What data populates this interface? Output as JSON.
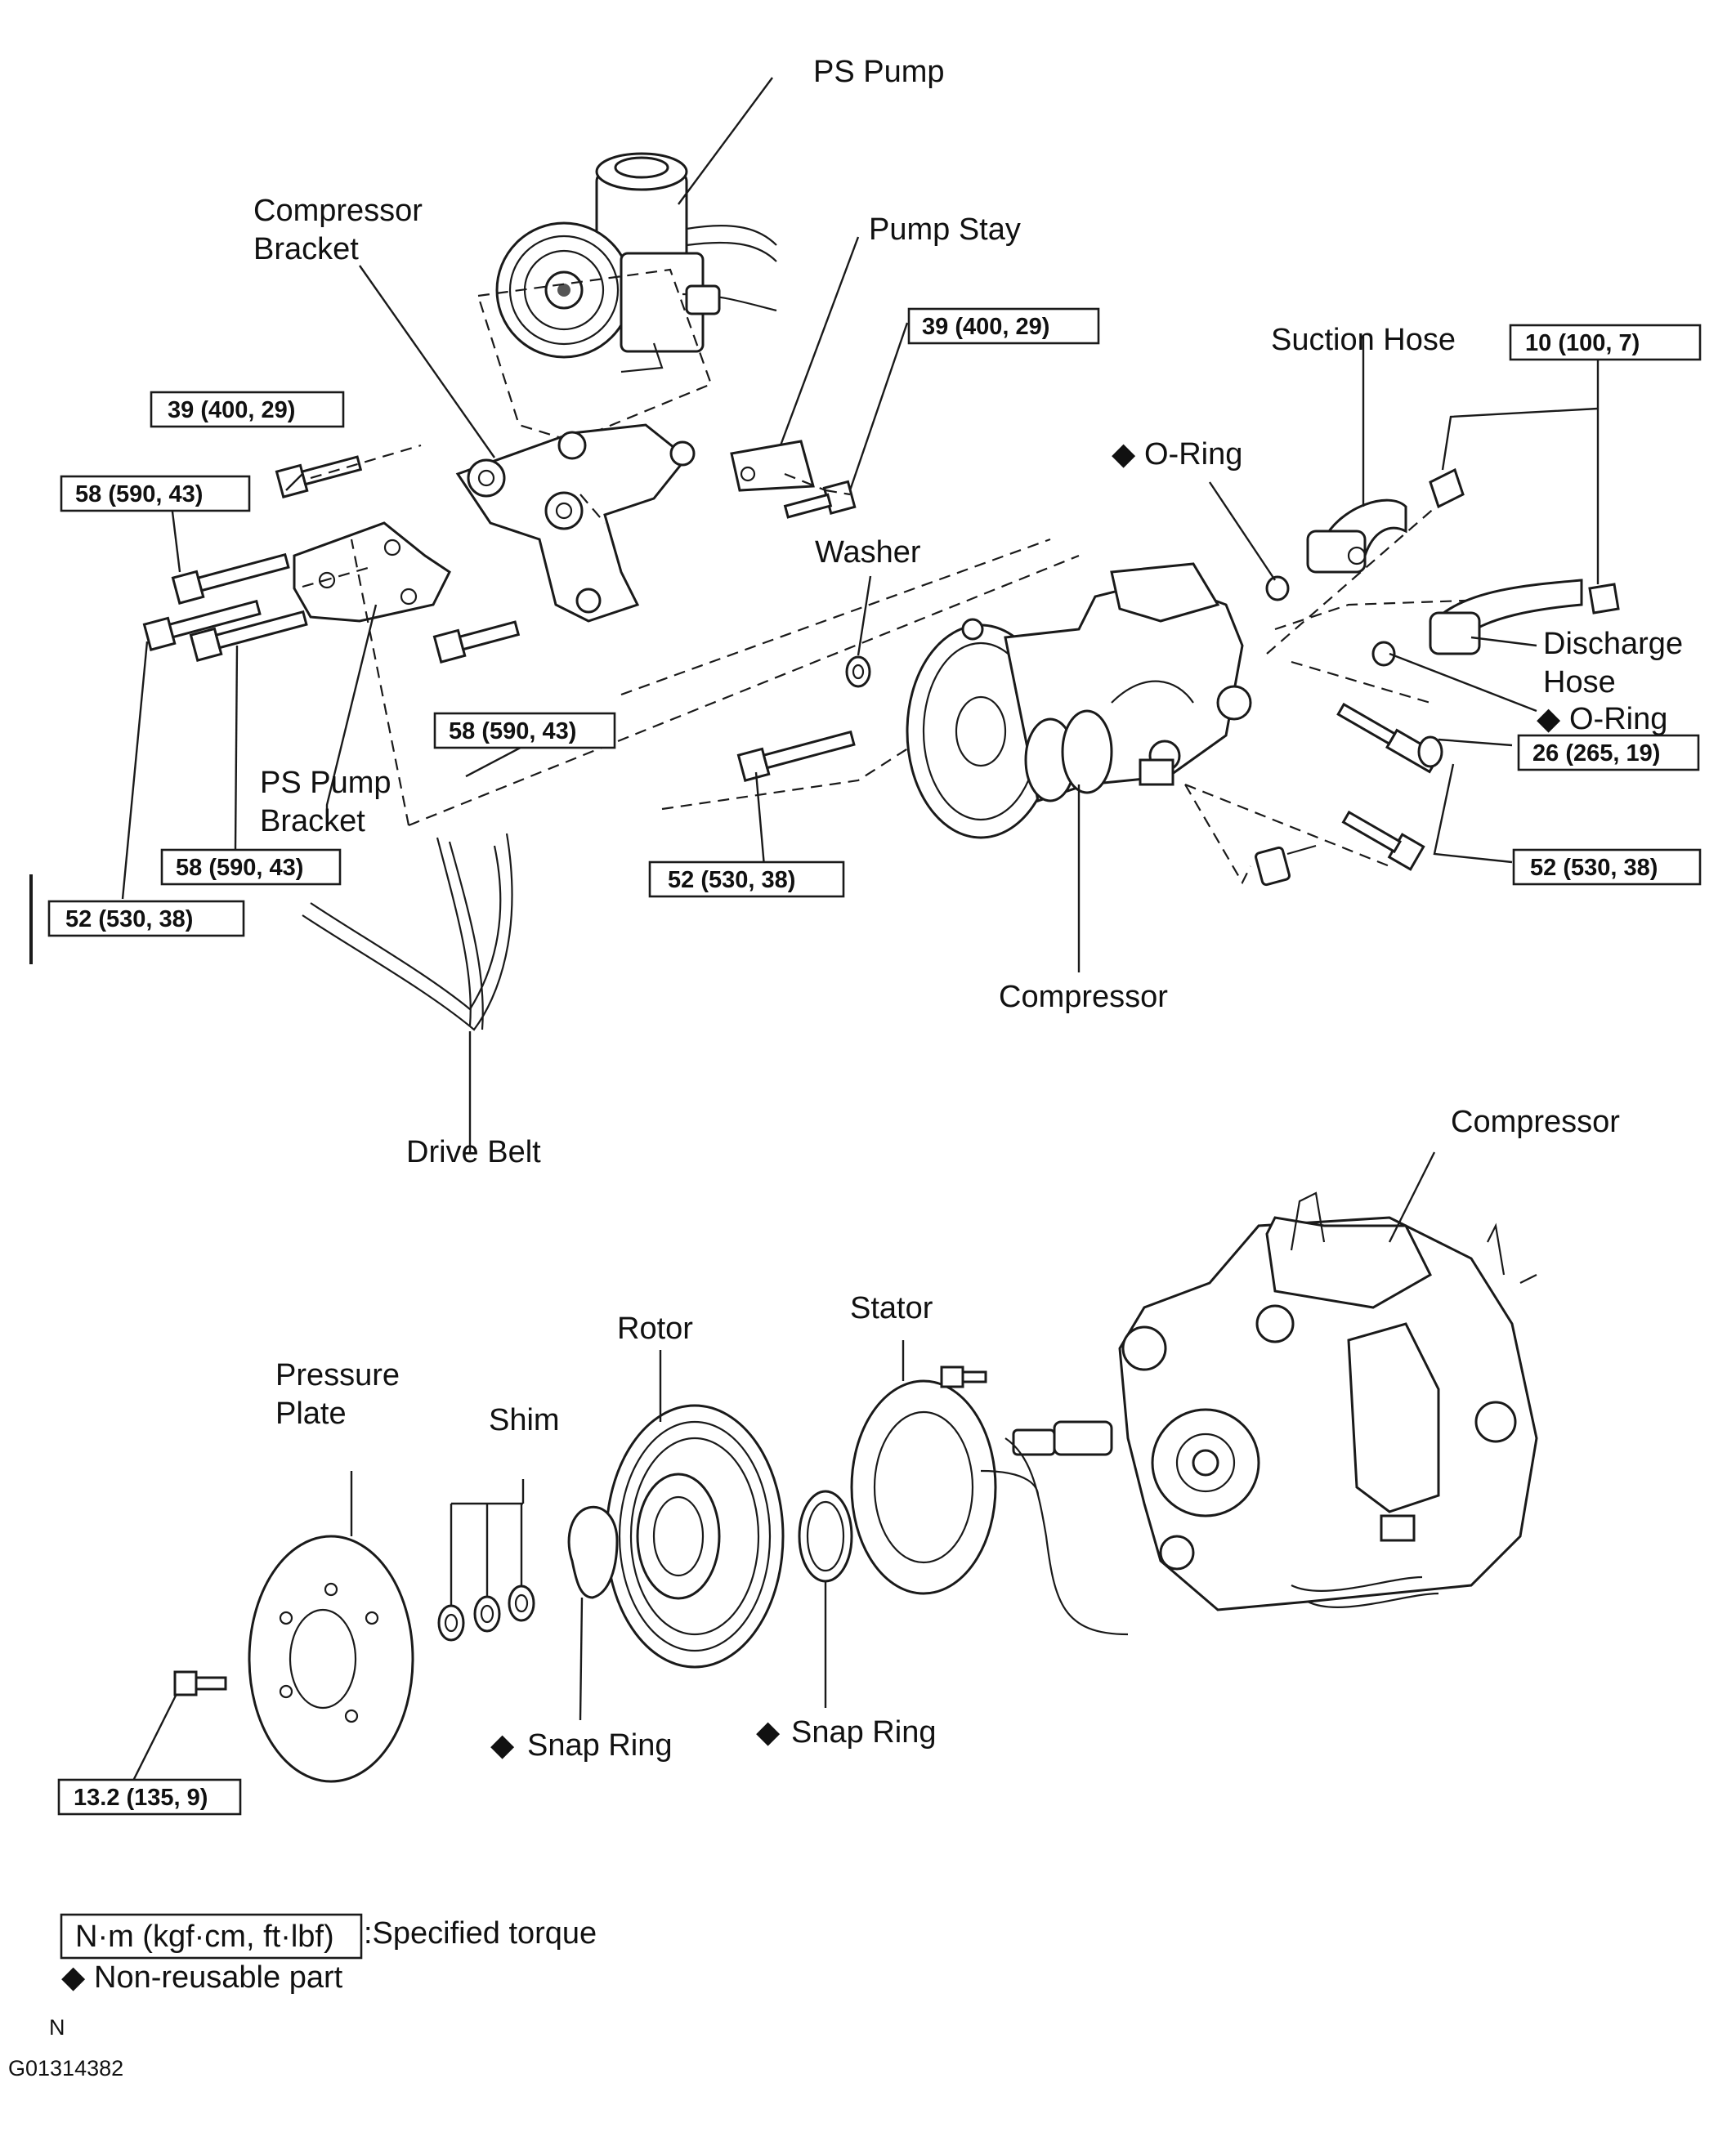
{
  "labels": {
    "ps_pump": "PS Pump",
    "compressor_bracket": [
      "Compressor",
      "Bracket"
    ],
    "pump_stay": "Pump Stay",
    "suction_hose": "Suction Hose",
    "o_ring_top": "O-Ring",
    "washer": "Washer",
    "discharge_hose": [
      "Discharge",
      "Hose"
    ],
    "o_ring_bottom": "O-Ring",
    "ps_pump_bracket": [
      "PS Pump",
      "Bracket"
    ],
    "compressor_upper": "Compressor",
    "drive_belt": "Drive Belt",
    "compressor_lower": "Compressor",
    "stator": "Stator",
    "rotor": "Rotor",
    "pressure_plate": [
      "Pressure",
      "Plate"
    ],
    "shim": "Shim",
    "snap_ring_left": "Snap Ring",
    "snap_ring_right": "Snap Ring"
  },
  "torques": {
    "pump_stay_bolt": "39 (400, 29)",
    "upper_left_bolt": "39 (400, 29)",
    "hose_nut": "10 (100, 7)",
    "left_bolt_1": "58 (590, 43)",
    "bracket_bolt": "58 (590, 43)",
    "stud": "26 (265, 19)",
    "right_bolt": "52 (530, 38)",
    "center_bolt": "52 (530, 38)",
    "left_bolt_2": "58 (590, 43)",
    "left_bolt_3": "52 (530, 38)",
    "pressure_plate_bolt": "13.2 (135, 9)"
  },
  "legend": {
    "torque_unit": "N·m (kgf·cm, ft·lbf)",
    "torque_desc": ":Specified torque",
    "nonreusable_symbol": "◆",
    "nonreusable_desc": "Non-reusable part"
  },
  "footer": {
    "code_letter": "N",
    "figure_id": "G01314382"
  },
  "symbols": {
    "nonreusable": "◆"
  }
}
